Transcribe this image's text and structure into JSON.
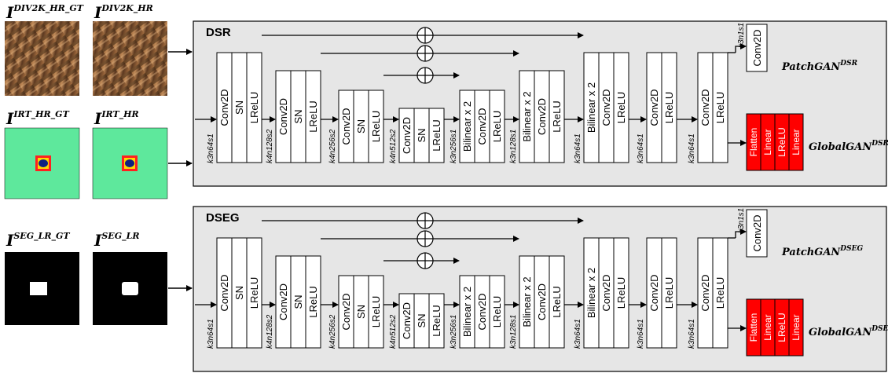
{
  "images": [
    {
      "id": "div2k-hr-gt",
      "label_main": "I",
      "label_sup": "DIV2K_HR_GT",
      "kind": "texture"
    },
    {
      "id": "div2k-hr",
      "label_main": "I",
      "label_sup": "DIV2K_HR",
      "kind": "texture"
    },
    {
      "id": "irt-hr-gt",
      "label_main": "I",
      "label_sup": "IRT_HR_GT",
      "kind": "thermal"
    },
    {
      "id": "irt-hr",
      "label_main": "I",
      "label_sup": "IRT_HR",
      "kind": "thermal"
    },
    {
      "id": "seg-lr-gt",
      "label_main": "I",
      "label_sup": "SEG_LR_GT",
      "kind": "mask"
    },
    {
      "id": "seg-lr",
      "label_main": "I",
      "label_sup": "SEG_LR",
      "kind": "mask"
    }
  ],
  "panels": [
    {
      "title": "DSR",
      "patchgan_main": "PatchGAN",
      "patchgan_sup": "DSR",
      "globalgan_main": "GlobalGAN",
      "globalgan_sup": "DSR"
    },
    {
      "title": "DSEG",
      "patchgan_main": "PatchGAN",
      "patchgan_sup": "DSEG",
      "globalgan_main": "GlobalGAN",
      "globalgan_sup": "DSEG"
    }
  ],
  "blocks": [
    {
      "layers": [
        "Conv2D",
        "SN",
        "LReLU"
      ],
      "kernel": "k3n64s1"
    },
    {
      "layers": [
        "Conv2D",
        "SN",
        "LReLU"
      ],
      "kernel": "k4n128s2"
    },
    {
      "layers": [
        "Conv2D",
        "SN",
        "LReLU"
      ],
      "kernel": "k4n256s2"
    },
    {
      "layers": [
        "Conv2D",
        "SN",
        "LReLU"
      ],
      "kernel": "k4n512s2"
    },
    {
      "layers": [
        "Bilinear x 2",
        "Conv2D",
        "LReLU"
      ],
      "kernel": "k3n256s1"
    },
    {
      "layers": [
        "Bilinear x 2",
        "Conv2D",
        "LReLU"
      ],
      "kernel": "k3n128s1"
    },
    {
      "layers": [
        "Bilinear x 2",
        "Conv2D",
        "LReLU"
      ],
      "kernel": "k3n64s1"
    },
    {
      "layers": [
        "Conv2D",
        "LReLU"
      ],
      "kernel": "k3n64s1"
    },
    {
      "layers": [
        "Conv2D",
        "LReLU"
      ],
      "kernel": "k3n64s1"
    }
  ],
  "patch_head": {
    "layer": "Conv2D",
    "kernel": "k3n1s1"
  },
  "global_head": {
    "layers": [
      "Flatten",
      "Linear",
      "LReLU",
      "Linear"
    ]
  },
  "colors": {
    "panel_bg": "#e6e6e6",
    "red_block": "#ff0000",
    "thermal_bg": "#5ee89c",
    "texture_dark": "#6b4424",
    "texture_light": "#b88050"
  }
}
